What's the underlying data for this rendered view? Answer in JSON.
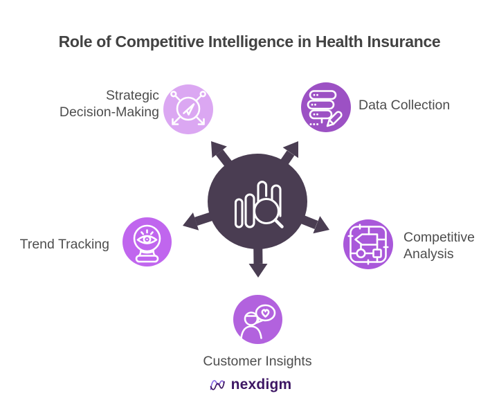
{
  "title": "Role of Competitive Intelligence in Health Insurance",
  "center_hub": {
    "icon": "bar-chart-magnifier-icon",
    "color": "#4a3d52",
    "arrow_count": 5
  },
  "nodes": {
    "strategic": {
      "label_line1": "Strategic",
      "label_line2": "Decision-Making",
      "icon": "network-navigation-icon",
      "circle_color": "#dba7f2"
    },
    "data_collection": {
      "label": "Data Collection",
      "icon": "database-pencil-icon",
      "circle_color": "#9c51c4"
    },
    "trend_tracking": {
      "label": "Trend Tracking",
      "icon": "crystal-ball-eye-icon",
      "circle_color": "#c066ee"
    },
    "competitive_analysis": {
      "label_line1": "Competitive",
      "label_line2": "Analysis",
      "icon": "strategy-board-icon",
      "circle_color": "#a958da"
    },
    "customer_insights": {
      "label": "Customer Insights",
      "icon": "person-heart-speech-icon",
      "circle_color": "#b262de"
    }
  },
  "logo": {
    "text": "nexdigm",
    "mark": "nexdigm-wave-mark",
    "text_color": "#3d1663"
  },
  "colors": {
    "background": "#ffffff",
    "title_text": "#424242",
    "label_text": "#4d4d4d",
    "icon_stroke": "#ffffff"
  }
}
